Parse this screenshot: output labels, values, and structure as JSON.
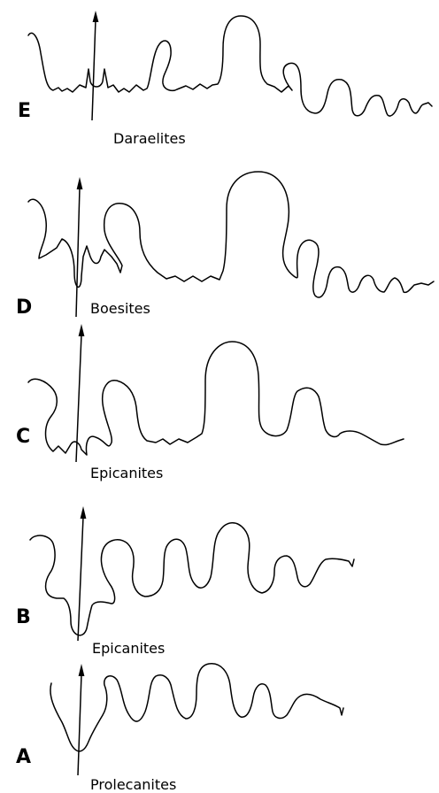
{
  "panels": [
    {
      "letter": "E",
      "genus": "Daraelites"
    },
    {
      "letter": "D",
      "genus": "Boesites"
    },
    {
      "letter": "C",
      "genus": "Epicanites"
    },
    {
      "letter": "B",
      "genus": "Epicanites"
    },
    {
      "letter": "A",
      "genus": "Prolecanites"
    }
  ]
}
